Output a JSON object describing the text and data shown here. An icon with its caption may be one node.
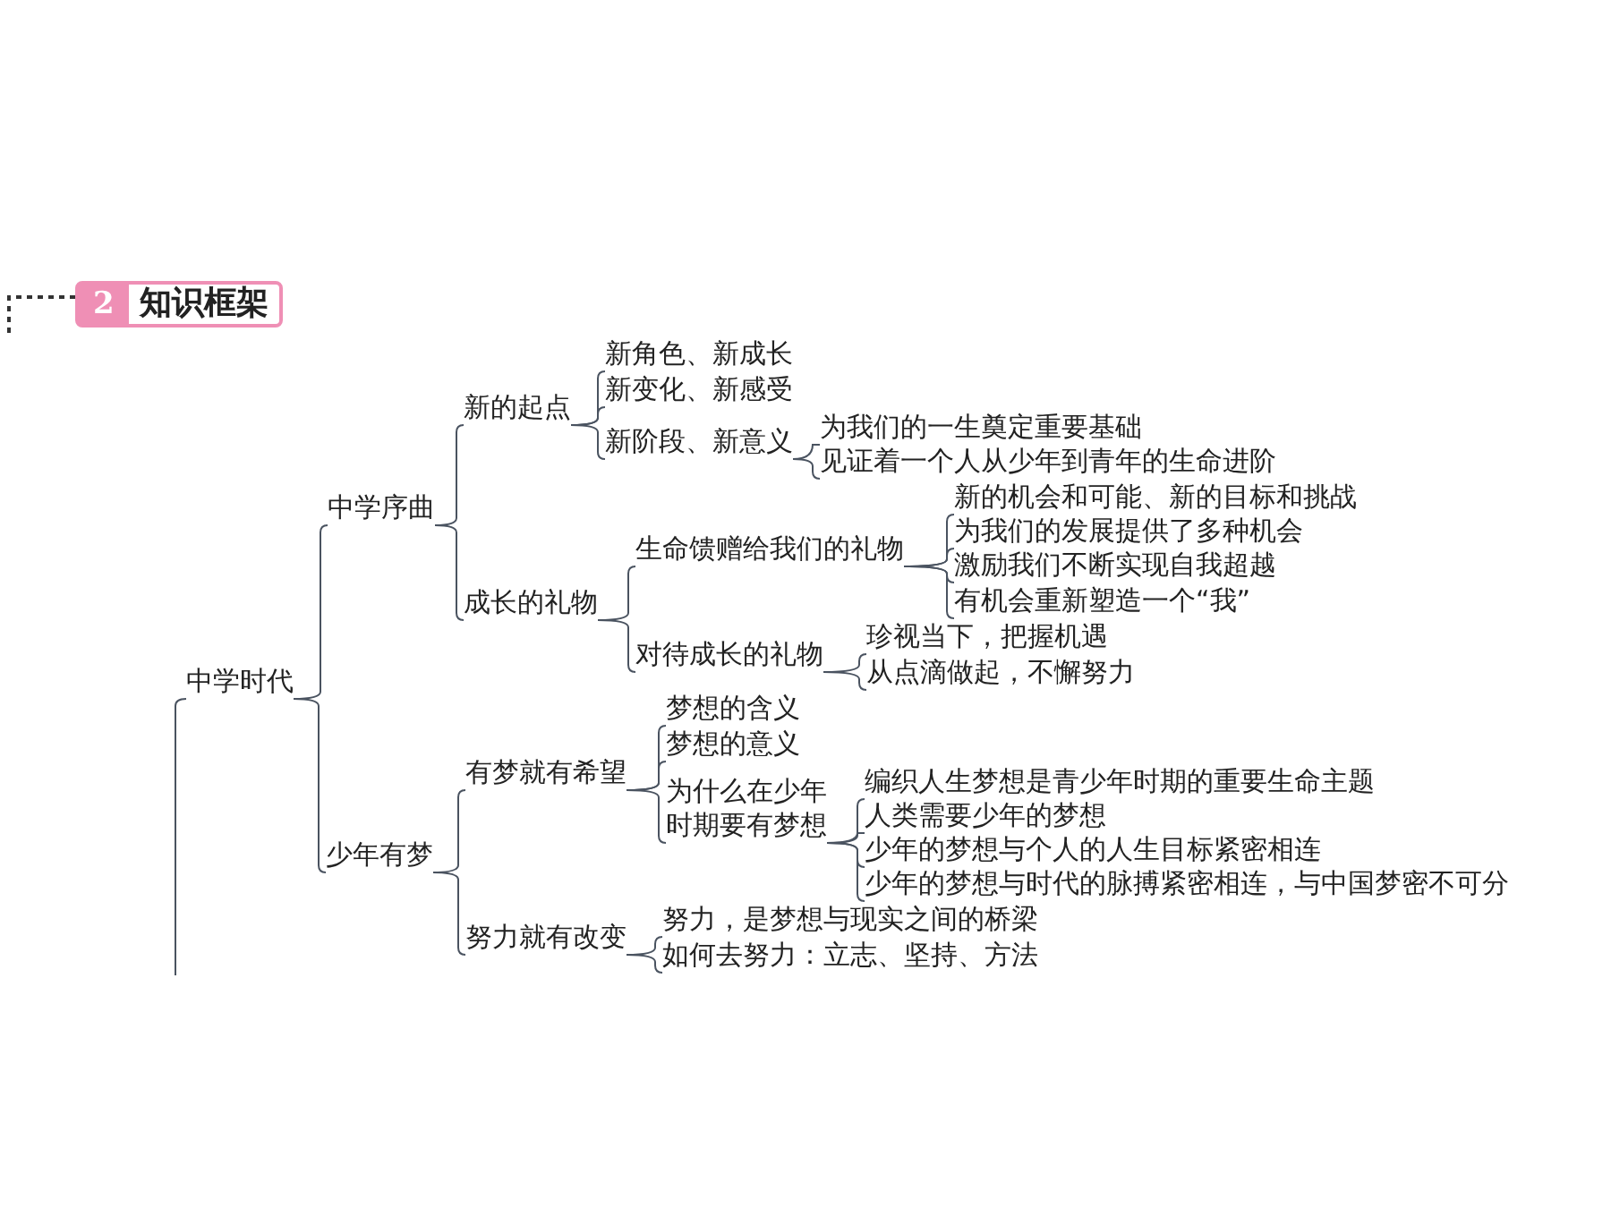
{
  "diagram": {
    "title": "知识框架",
    "nodes": [
      {
        "text": [
          "中学时代"
        ]
      },
      {
        "text": [
          "中学序曲"
        ]
      },
      {
        "text": [
          "新的起点"
        ]
      },
      {
        "text": [
          "新角色、新成长"
        ]
      },
      {
        "text": [
          "新变化、新感受"
        ]
      },
      {
        "text": [
          "新阶段、新意义"
        ]
      },
      {
        "text": [
          "为我们的一生奠定重要基础"
        ]
      },
      {
        "text": [
          "见证着一个人从少年到青年的生命进阶"
        ]
      },
      {
        "text": [
          "成长的礼物"
        ]
      },
      {
        "text": [
          "生命馈赠给我们的礼物"
        ]
      },
      {
        "text": [
          "新的机会和可能、新的目标和挑战"
        ]
      },
      {
        "text": [
          "为我们的发展提供了多种机会"
        ]
      },
      {
        "text": [
          "激励我们不断实现自我超越"
        ]
      },
      {
        "text": [
          "有机会重新塑造一个“我”"
        ]
      },
      {
        "text": [
          "对待成长的礼物"
        ]
      },
      {
        "text": [
          "珍视当下，把握机遇"
        ]
      },
      {
        "text": [
          "从点滴做起，不懈努力"
        ]
      },
      {
        "text": [
          "少年有梦"
        ]
      },
      {
        "text": [
          "有梦就有希望"
        ]
      },
      {
        "text": [
          "梦想的含义"
        ]
      },
      {
        "text": [
          "梦想的意义"
        ]
      },
      {
        "text": [
          "为什么在少年时期要有梦想"
        ]
      },
      {
        "text": [
          "编织人生梦想是青少年时期的重要生命主题"
        ]
      },
      {
        "text": [
          "人类需要少年的梦想"
        ]
      },
      {
        "text": [
          "少年的梦想与个人的人生目标紧密相连"
        ]
      },
      {
        "text": [
          "少年的梦想与时代的脉搏紧密相连，与中国梦密不可分"
        ]
      },
      {
        "text": [
          "努力就有改变"
        ]
      },
      {
        "text": [
          "努力，是梦想与现实之间的桥梁"
        ]
      },
      {
        "text": [
          "如何去努力：立志、坚持、方法"
        ]
      }
    ],
    "edges": [
      {
        "from": null,
        "to": 0,
        "arrow": "none"
      },
      {
        "from": 0,
        "to": 1,
        "arrow": "none"
      },
      {
        "from": 0,
        "to": 17,
        "arrow": "none"
      },
      {
        "from": 1,
        "to": 2,
        "arrow": "none"
      },
      {
        "from": 1,
        "to": 8,
        "arrow": "none"
      },
      {
        "from": 2,
        "to": 3,
        "arrow": "none"
      },
      {
        "from": 2,
        "to": 4,
        "arrow": "none"
      },
      {
        "from": 2,
        "to": 5,
        "arrow": "none"
      },
      {
        "from": 5,
        "to": 6,
        "arrow": "none"
      },
      {
        "from": 5,
        "to": 7,
        "arrow": "none"
      },
      {
        "from": 8,
        "to": 9,
        "arrow": "none"
      },
      {
        "from": 8,
        "to": 14,
        "arrow": "none"
      },
      {
        "from": 9,
        "to": 10,
        "arrow": "none"
      },
      {
        "from": 9,
        "to": 11,
        "arrow": "none"
      },
      {
        "from": 9,
        "to": 12,
        "arrow": "none"
      },
      {
        "from": 9,
        "to": 13,
        "arrow": "none"
      },
      {
        "from": 14,
        "to": 15,
        "arrow": "none"
      },
      {
        "from": 14,
        "to": 16,
        "arrow": "none"
      },
      {
        "from": 17,
        "to": 18,
        "arrow": "none"
      },
      {
        "from": 17,
        "to": 26,
        "arrow": "none"
      },
      {
        "from": 18,
        "to": 19,
        "arrow": "none"
      },
      {
        "from": 18,
        "to": 20,
        "arrow": "none"
      },
      {
        "from": 18,
        "to": 21,
        "arrow": "none"
      },
      {
        "from": 21,
        "to": 22,
        "arrow": "none"
      },
      {
        "from": 21,
        "to": 23,
        "arrow": "none"
      },
      {
        "from": 21,
        "to": 24,
        "arrow": "none"
      },
      {
        "from": 21,
        "to": 25,
        "arrow": "none"
      },
      {
        "from": 26,
        "to": 27,
        "arrow": "none"
      },
      {
        "from": 26,
        "to": 28,
        "arrow": "none"
      }
    ],
    "labels": [
      "2"
    ]
  }
}
